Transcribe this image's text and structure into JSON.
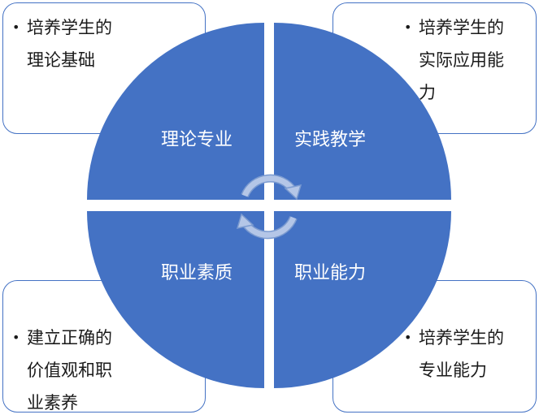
{
  "colors": {
    "quadrant_fill": "#4472c4",
    "callout_border": "#4472c4",
    "arrow_fill": "#b4c6e7"
  },
  "quadrants": {
    "top_left": "理论专业",
    "top_right": "实践教学",
    "bottom_left": "职业素质",
    "bottom_right": "职业能力"
  },
  "callouts": {
    "top_left": {
      "bullet": "•",
      "text": "培养学生的\n理论基础"
    },
    "top_right": {
      "bullet": "•",
      "text": "培养学生的\n实际应用能\n力"
    },
    "bottom_left": {
      "bullet": "•",
      "text": "建立正确的\n价值观和职\n业素养"
    },
    "bottom_right": {
      "bullet": "•",
      "text": "培养学生的\n专业能力"
    }
  },
  "icons": {
    "center": "circular-arrows-icon"
  }
}
